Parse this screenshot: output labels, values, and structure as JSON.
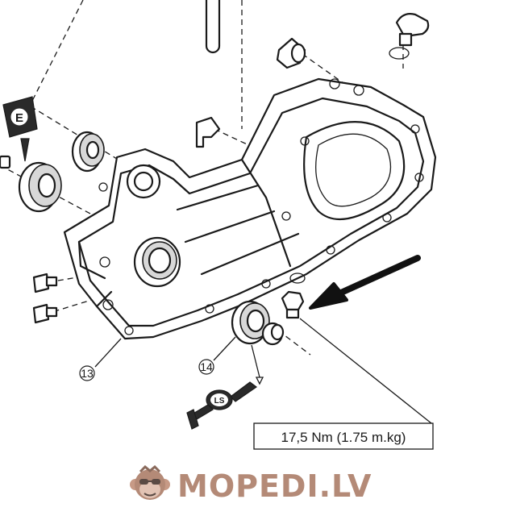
{
  "diagram": {
    "callouts": [
      {
        "id": "13",
        "label": "⑬"
      },
      {
        "id": "14",
        "label": "⑭"
      }
    ],
    "badges": {
      "e_symbol": "E",
      "ls_symbol": "LS"
    },
    "torque_spec": "17,5 Nm (1.75 m.kg)",
    "colors": {
      "line": "#1a1a1a",
      "brand": "#b48a77"
    }
  },
  "branding": {
    "logo_text": "MOPEDI.LV",
    "logo_icon": "monkey-face-icon"
  }
}
